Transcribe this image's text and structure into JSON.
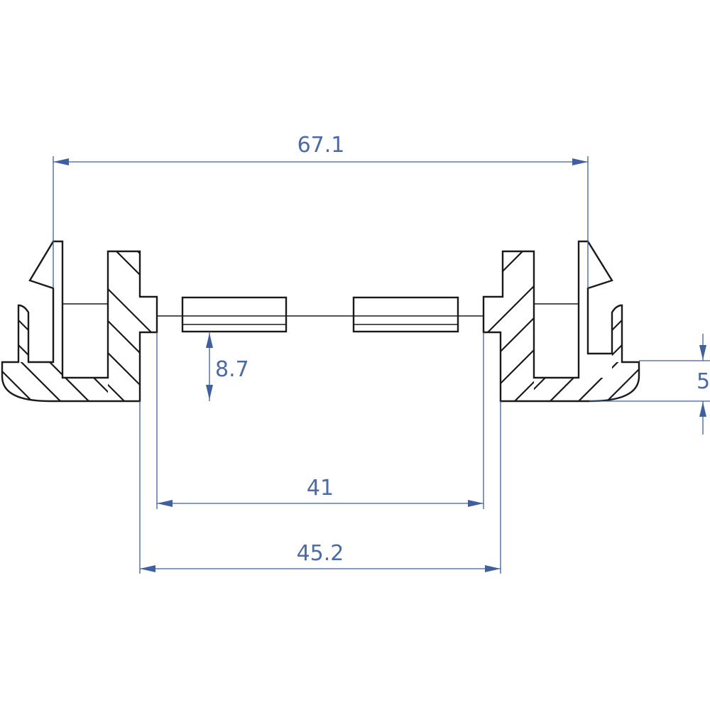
{
  "dimensions": {
    "overall_width": "67.1",
    "step_height": "8.7",
    "inner_width": "41",
    "outer_width": "45.2",
    "base_thickness": "5"
  },
  "colors": {
    "dimension": "#4a6aa8",
    "outline": "#1a1a1a"
  }
}
